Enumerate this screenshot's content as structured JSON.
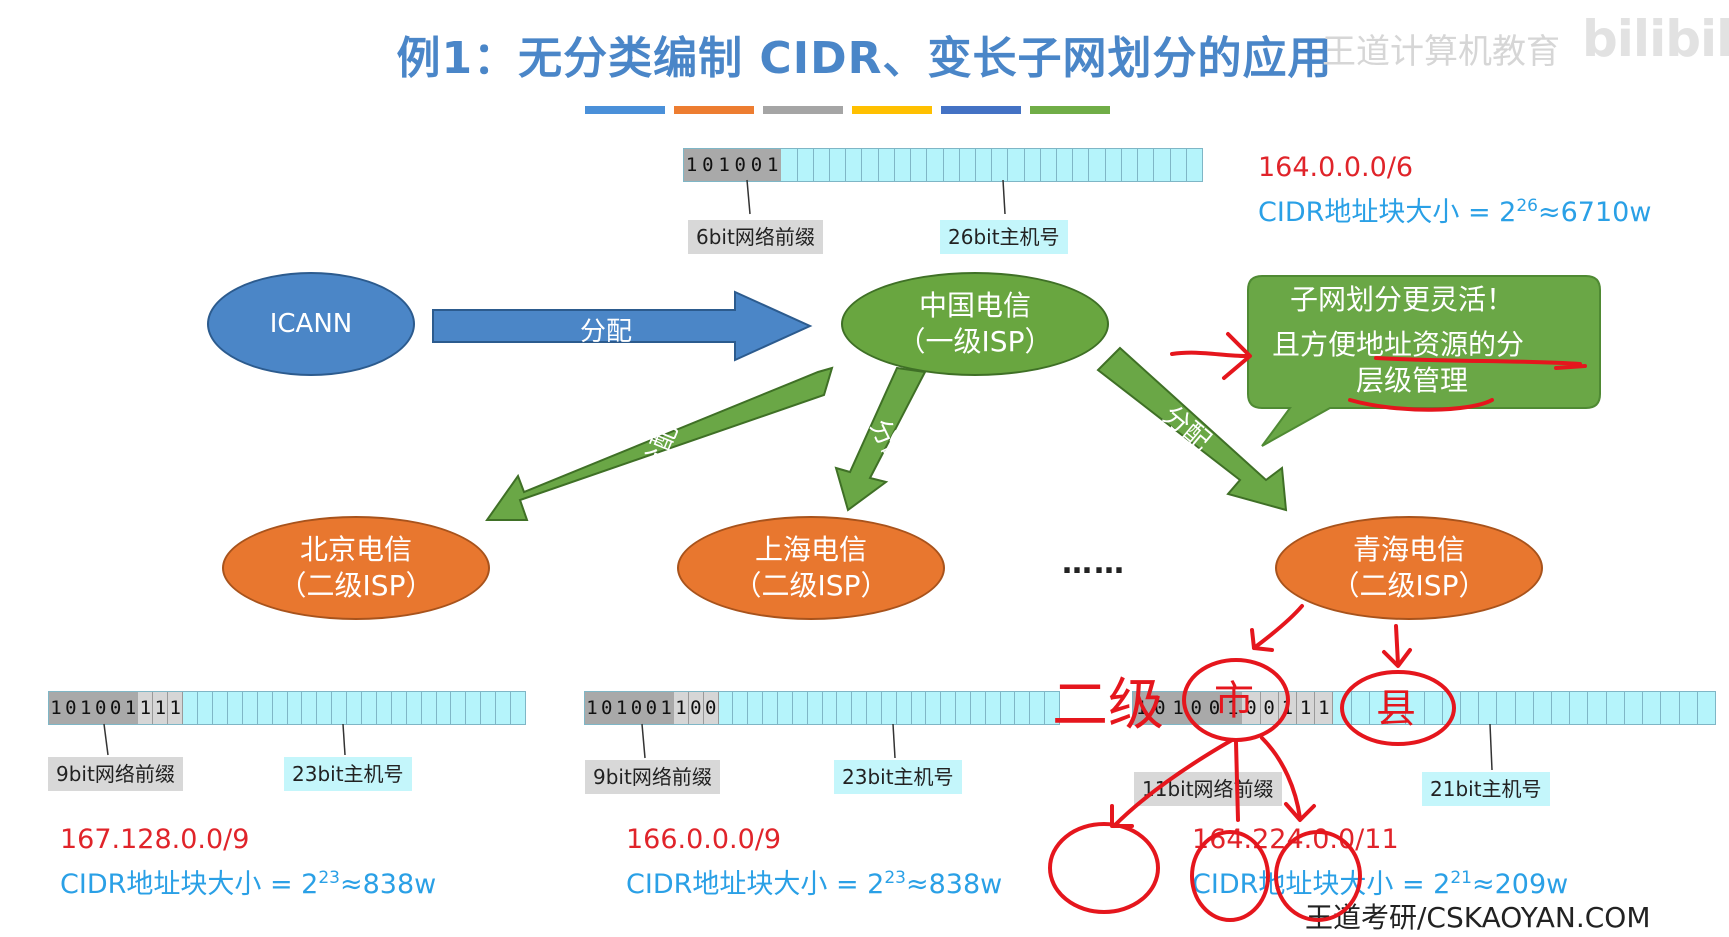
{
  "title": "例1：无分类编制 CIDR、变长子网划分的应用",
  "watermark": {
    "text": "王道计算机教育",
    "logo": "bilibili"
  },
  "legend_colors": [
    "#4a90d9",
    "#ed7d31",
    "#a5a5a5",
    "#ffc000",
    "#4472c4",
    "#70ad47"
  ],
  "top_block": {
    "bits": "101001",
    "prefix_len": 6,
    "total_bits": 32,
    "prefix_label": "6bit网络前缀",
    "host_label": "26bit主机号",
    "cidr": "164.0.0.0/6",
    "size_label": "CIDR地址块大小 = 2",
    "size_exp": "26",
    "size_tail": "≈6710w"
  },
  "nodes": {
    "icann": {
      "label": "ICANN"
    },
    "china": {
      "line1": "中国电信",
      "line2": "（一级ISP）"
    },
    "beijing": {
      "line1": "北京电信",
      "line2": "（二级ISP）"
    },
    "shanghai": {
      "line1": "上海电信",
      "line2": "（二级ISP）"
    },
    "qinghai": {
      "line1": "青海电信",
      "line2": "（二级ISP）"
    }
  },
  "arrows": {
    "assign_main": "分配",
    "assign_1": "分配",
    "assign_2": "分配",
    "assign_3": "分配"
  },
  "ellipsis": "……",
  "callout": {
    "line1": "子网划分更灵活！",
    "line2": "且方便地址资源的分",
    "line3": "层级管理"
  },
  "blocks": [
    {
      "bits": "101001111",
      "prefix_len": 9,
      "total_bits": 32,
      "prefix_label": "9bit网络前缀",
      "host_label": "23bit主机号",
      "cidr": "167.128.0.0/9",
      "size_label": "CIDR地址块大小 = 2",
      "size_exp": "23",
      "size_tail": "≈838w"
    },
    {
      "bits": "101001100",
      "prefix_len": 9,
      "total_bits": 32,
      "prefix_label": "9bit网络前缀",
      "host_label": "23bit主机号",
      "cidr": "166.0.0.0/9",
      "size_label": "CIDR地址块大小 = 2",
      "size_exp": "23",
      "size_tail": "≈838w"
    },
    {
      "bits": "10100100111",
      "prefix_len": 11,
      "total_bits": 32,
      "prefix_label": "11bit网络前缀",
      "host_label": "21bit主机号",
      "cidr": "164.224.0.0/11",
      "size_label": "CIDR地址块大小 = 2",
      "size_exp": "21",
      "size_tail": "≈209w"
    }
  ],
  "handwriting": {
    "level2": "二级",
    "city": "市",
    "county": "县"
  },
  "footer": "王道考研/CSKAOYAN.COM"
}
